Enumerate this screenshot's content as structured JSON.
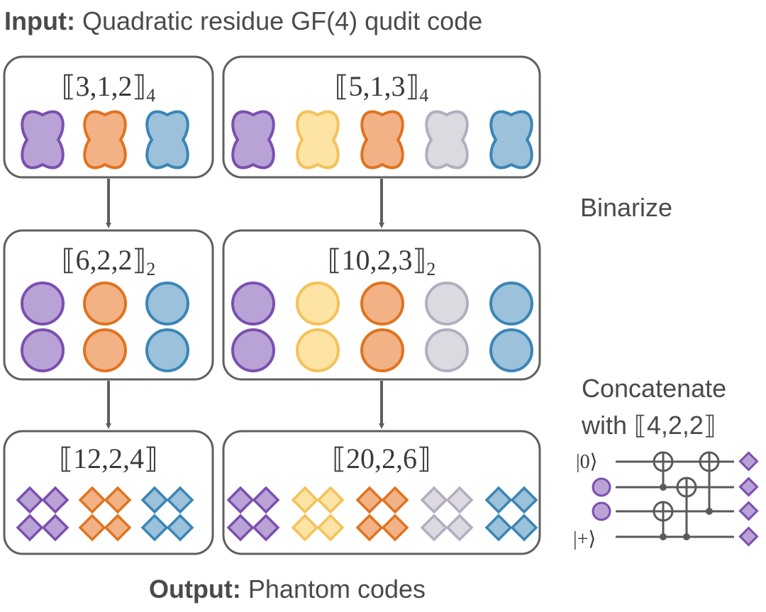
{
  "header": {
    "bold": "Input:",
    "rest": " Quadratic residue GF(4) qudit code"
  },
  "footer": {
    "bold": "Output:",
    "rest": " Phantom codes"
  },
  "steps": {
    "binarize": "Binarize",
    "concat_line1": "Concatenate",
    "concat_line2": "with ⟦4,2,2⟧"
  },
  "codes": {
    "left": {
      "row1": {
        "main": "⟦3,1,2⟧",
        "sub": "4"
      },
      "row2": {
        "main": "⟦6,2,2⟧",
        "sub": "2"
      },
      "row3": {
        "main": "⟦12,2,4⟧",
        "sub": ""
      },
      "colors": [
        "purple",
        "orange",
        "blue"
      ]
    },
    "right": {
      "row1": {
        "main": "⟦5,1,3⟧",
        "sub": "4"
      },
      "row2": {
        "main": "⟦10,2,3⟧",
        "sub": "2"
      },
      "row3": {
        "main": "⟦20,2,6⟧",
        "sub": ""
      },
      "colors": [
        "purple",
        "yellow",
        "orange",
        "gray",
        "blue"
      ]
    }
  },
  "palette": {
    "purple": {
      "fill": "#b9a3d6",
      "stroke": "#7b4fb0"
    },
    "orange": {
      "fill": "#f2b286",
      "stroke": "#e0731f"
    },
    "blue": {
      "fill": "#9cc1da",
      "stroke": "#3a85b5"
    },
    "yellow": {
      "fill": "#fde3a4",
      "stroke": "#f4c259"
    },
    "gray": {
      "fill": "#dcdae0",
      "stroke": "#b2aec0"
    }
  },
  "circuit": {
    "ket0": "|0⟩",
    "ketplus": "|+⟩"
  }
}
